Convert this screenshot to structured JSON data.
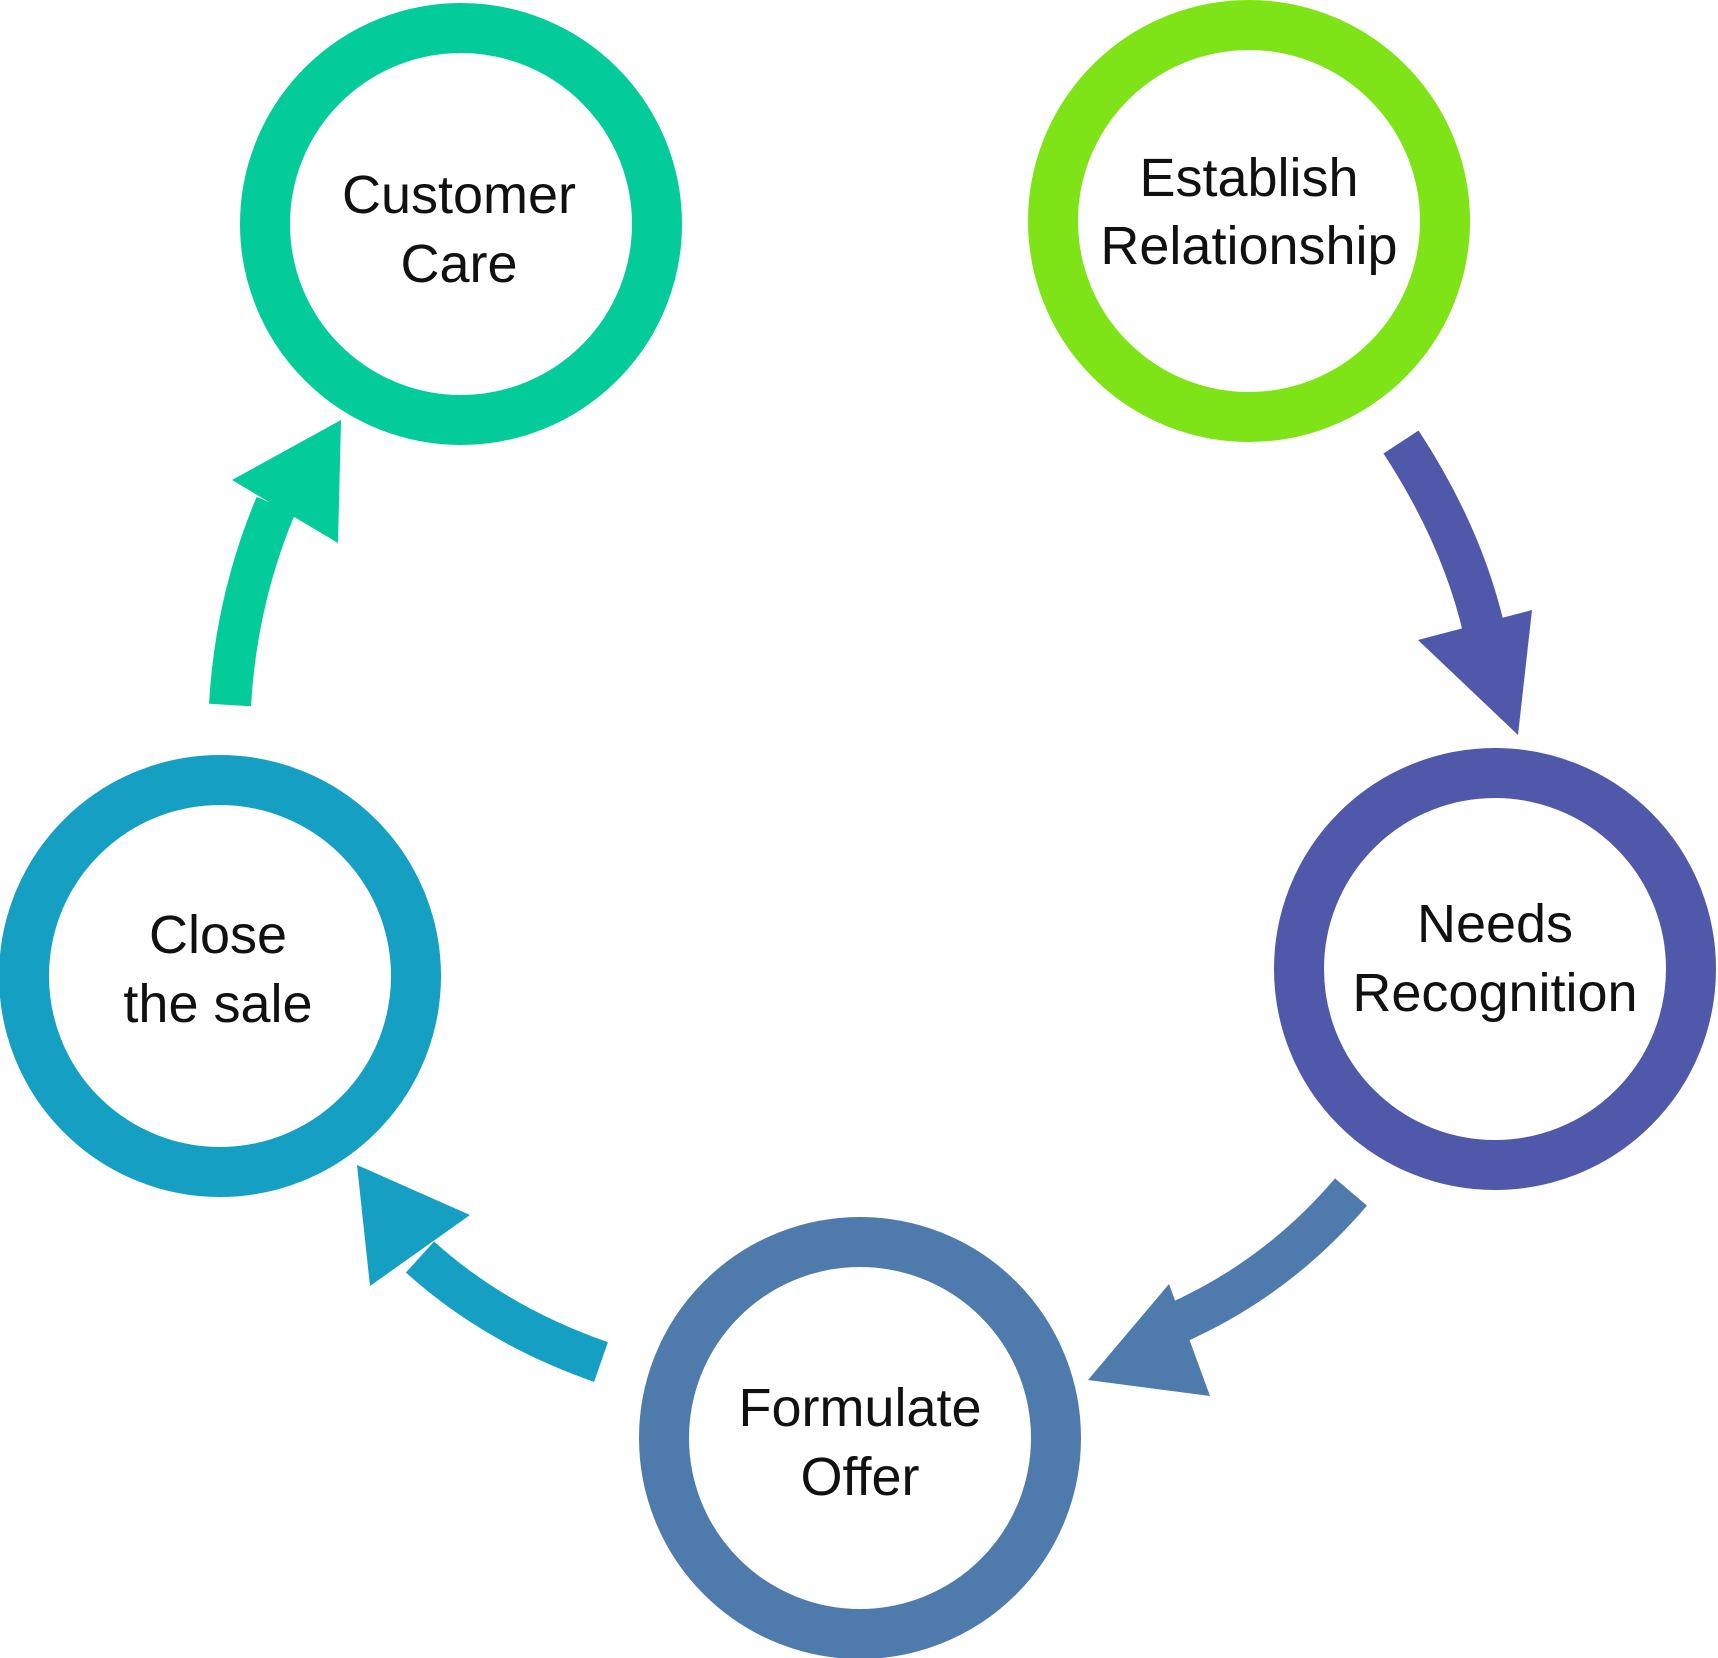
{
  "diagram": {
    "type": "cycle",
    "nodes": [
      {
        "id": "establish",
        "line1": "Establish",
        "line2": "Relationship",
        "color": "#7ee317"
      },
      {
        "id": "needs",
        "line1": "Needs",
        "line2": "Recognition",
        "color": "#5059a9"
      },
      {
        "id": "formulate",
        "line1": "Formulate",
        "line2": "Offer",
        "color": "#4f7bac"
      },
      {
        "id": "close",
        "line1": "Close",
        "line2": "the sale",
        "color": "#159fc3"
      },
      {
        "id": "care",
        "line1": "Customer",
        "line2": "Care",
        "color": "#03cc9a"
      }
    ],
    "arrows": [
      {
        "from": "establish",
        "to": "needs",
        "color": "#5059a9"
      },
      {
        "from": "needs",
        "to": "formulate",
        "color": "#4f7bac"
      },
      {
        "from": "formulate",
        "to": "close",
        "color": "#159fc3"
      },
      {
        "from": "close",
        "to": "care",
        "color": "#03cc9a"
      }
    ]
  }
}
